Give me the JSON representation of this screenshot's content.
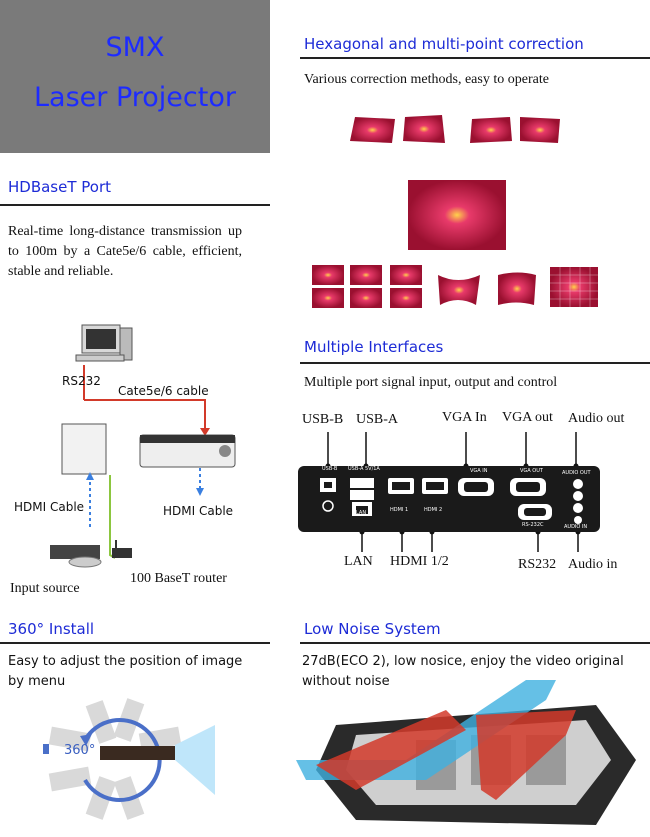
{
  "hero": {
    "line1": "SMX",
    "line2": "Laser Projector",
    "bg_color": "#7a7a7a",
    "text_color": "#1d2bff"
  },
  "sections": {
    "hexagonal": {
      "title": "Hexagonal and multi-point correction",
      "desc": "Various correction methods, easy to operate"
    },
    "hdbaset": {
      "title": "HDBaseT Port",
      "desc": "Real-time long-distance transmission up to 100m by a Cate5e/6 cable, efficient, stable and reliable.",
      "labels": {
        "rs232": "RS232",
        "cable": "Cate5e/6 cable",
        "hdmi_left": "HDMI Cable",
        "hdmi_right": "HDMI Cable",
        "input_source": "Input source",
        "router": "100 BaseT router"
      }
    },
    "interfaces": {
      "title": "Multiple Interfaces",
      "desc": "Multiple port signal input, output and control",
      "labels": {
        "usb_b": "USB-B",
        "usb_a": "USB-A",
        "vga_in": "VGA In",
        "vga_out": "VGA out",
        "audio_out": "Audio out",
        "lan": "LAN",
        "hdmi": "HDMI 1/2",
        "rs232": "RS232",
        "audio_in": "Audio  in"
      },
      "panel_labels": {
        "usb_b": "USB-B",
        "usb_a": "USB-A 5V/1A",
        "lan": "LAN",
        "hdmi1": "HDMI 1",
        "hdmi2": "HDMI 2",
        "vga_in": "VGA IN",
        "vga_out": "VGA OUT",
        "rs232c": "RS-232C",
        "audio_out": "AUDIO OUT",
        "audio_in": "AUDIO IN"
      }
    },
    "install": {
      "title": "360° Install",
      "desc": "Easy to adjust the position of  image by menu",
      "badge": "360°"
    },
    "noise": {
      "title": "Low Noise System",
      "desc": "27dB(ECO 2), low nosice, enjoy the video original without noise"
    }
  },
  "colors": {
    "accent": "#1d2bd6",
    "red_arrow": "#d23a2a",
    "blue_arrow": "#3fb0e0",
    "flower": "#d0205a"
  }
}
